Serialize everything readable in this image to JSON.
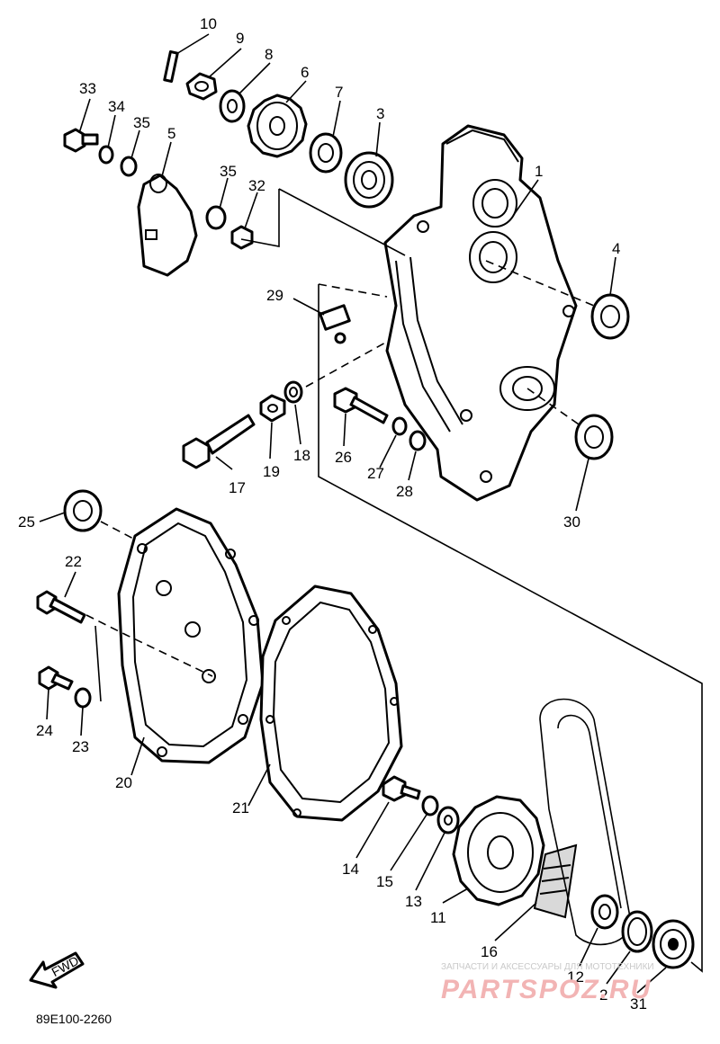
{
  "diagram": {
    "part_numbers": [
      "1",
      "2",
      "3",
      "4",
      "5",
      "6",
      "7",
      "8",
      "9",
      "10",
      "11",
      "12",
      "13",
      "14",
      "15",
      "16",
      "17",
      "18",
      "19",
      "20",
      "21",
      "22",
      "23",
      "24",
      "25",
      "26",
      "27",
      "28",
      "29",
      "30",
      "31",
      "32",
      "33",
      "34",
      "35"
    ],
    "fwd_label": "FWD",
    "diagram_code": "89E100-2260"
  },
  "watermark": {
    "tagline": "ЗАПЧАСТИ И АКСЕССУАРЫ ДЛЯ МОТОТЕХНИКИ",
    "brand": "PARTSPOZ.RU"
  }
}
